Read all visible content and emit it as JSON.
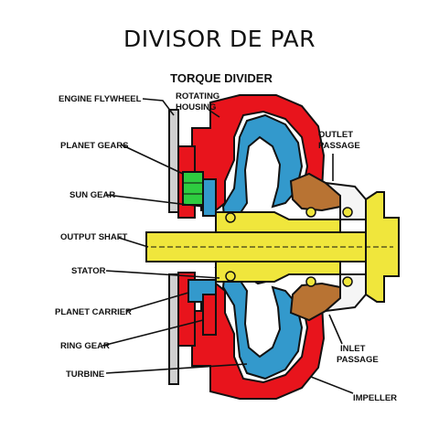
{
  "slide": {
    "title": "DIVISOR DE PAR"
  },
  "diagram": {
    "subtitle": "TORQUE DIVIDER",
    "labels": {
      "engine_flywheel": "ENGINE FLYWHEEL",
      "rotating_housing_1": "ROTATING",
      "rotating_housing_2": "HOUSING",
      "outlet_passage_1": "OUTLET",
      "outlet_passage_2": "PASSAGE",
      "planet_gears": "PLANET GEARS",
      "sun_gear": "SUN GEAR",
      "output_shaft": "OUTPUT SHAFT",
      "stator": "STATOR",
      "planet_carrier": "PLANET CARRIER",
      "ring_gear": "RING GEAR",
      "turbine": "TURBINE",
      "inlet_passage_1": "INLET",
      "inlet_passage_2": "PASSAGE",
      "impeller": "IMPELLER"
    },
    "colors": {
      "housing": "#e8141c",
      "turbine": "#3399cc",
      "shaft": "#f0e63c",
      "stator": "#b87333",
      "gears": "#2ecc40",
      "outline": "#111111"
    }
  }
}
